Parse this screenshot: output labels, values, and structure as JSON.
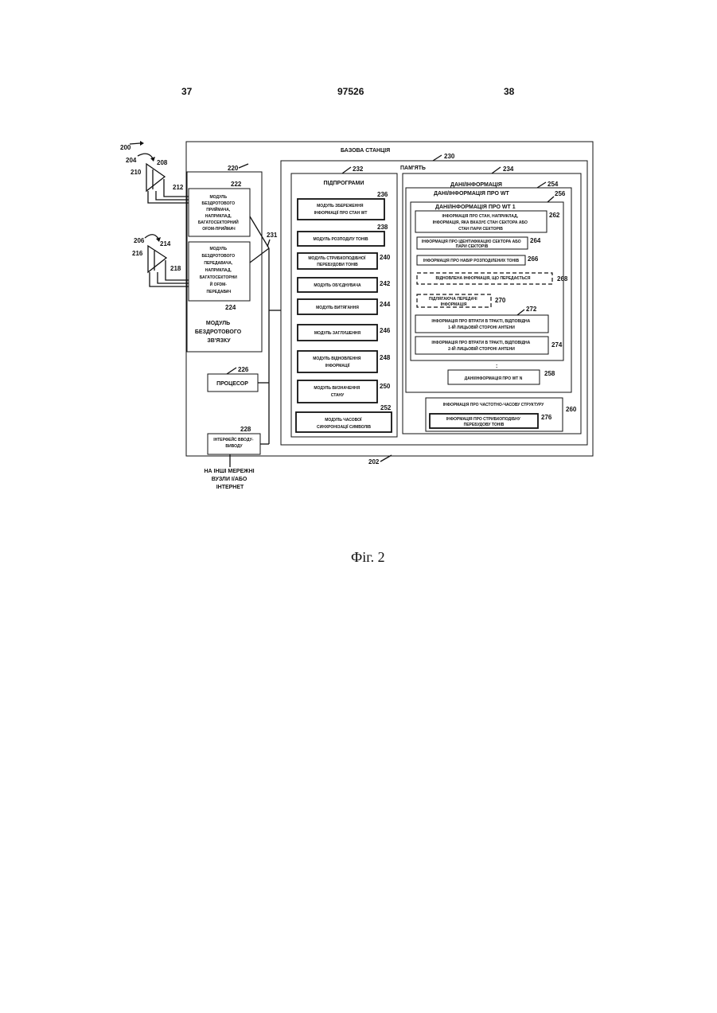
{
  "header": {
    "page_left": "37",
    "patent_number": "97526",
    "page_right": "38"
  },
  "figure": {
    "caption": "Фіг. 2",
    "ref_200": "200",
    "ref_202": "202",
    "ref_204": "204",
    "ref_206": "206",
    "ref_208": "208",
    "ref_210": "210",
    "ref_212": "212",
    "ref_214": "214",
    "ref_216": "216",
    "ref_218": "218",
    "ref_231": "231",
    "base_station": {
      "label": "БАЗОВА СТАНЦІЯ"
    },
    "wireless_module": {
      "ref": "220",
      "label_lines": [
        "МОДУЛЬ",
        "БЕЗДРОТОВОГО",
        "ЗВ'ЯЗКУ"
      ]
    },
    "receiver": {
      "ref": "222",
      "label_lines": [
        "МОДУЛЬ",
        "БЕЗДРОТОВОГО",
        "ПРИЙМАЧА,",
        "НАПРИКЛАД,",
        "БАГАТОСЕКТОРНИЙ",
        "OFDM-ПРИЙМАЧ"
      ]
    },
    "transmitter": {
      "ref": "224",
      "label_lines": [
        "МОДУЛЬ",
        "БЕЗДРОТОВОГО",
        "ПЕРЕДАВАЧА,",
        "НАПРИКЛАД,",
        "БАГАТОСЕКТОРНИ",
        "Й OFDM-",
        "ПЕРЕДАВАЧ"
      ]
    },
    "processor": {
      "ref": "226",
      "label": "ПРОЦЕСОР"
    },
    "io_interface": {
      "ref": "228",
      "label_lines": [
        "ІНТЕРФЕЙС ВВОДУ-",
        "ВИВОДУ"
      ]
    },
    "network_label_lines": [
      "НА ІНШІ МЕРЕЖНІ",
      "ВУЗЛИ І/АБО",
      "ІНТЕРНЕТ"
    ],
    "memory": {
      "ref": "230",
      "label": "ПАМ'ЯТЬ"
    },
    "routines": {
      "ref": "232",
      "label": "ПІДПРОГРАМИ",
      "items": [
        {
          "ref": "236",
          "lines": [
            "МОДУЛЬ ЗБЕРЕЖЕННЯ",
            "ІНФОРМАЦІЇ ПРО СТАН WT"
          ]
        },
        {
          "ref": "238",
          "lines": [
            "МОДУЛЬ РОЗПОДІЛУ ТОНІВ"
          ]
        },
        {
          "ref": "240",
          "lines": [
            "МОДУЛЬ СТРИБКОПОДІБНОЇ",
            "ПЕРЕБУДОВИ ТОНІВ"
          ]
        },
        {
          "ref": "242",
          "lines": [
            "МОДУЛЬ ОБ'ЄДНУВАЧА"
          ]
        },
        {
          "ref": "244",
          "lines": [
            "МОДУЛЬ ВИТЯГАННЯ"
          ]
        },
        {
          "ref": "246",
          "lines": [
            "МОДУЛЬ ЗАГЛУШЕННЯ"
          ]
        },
        {
          "ref": "248",
          "lines": [
            "МОДУЛЬ ВІДНОВЛЕННЯ",
            "ІНФОРМАЦІЇ"
          ]
        },
        {
          "ref": "250",
          "lines": [
            "МОДУЛЬ ВИЗНАЧЕННЯ",
            "СТАНУ"
          ]
        },
        {
          "ref": "252",
          "lines": [
            "МОДУЛЬ ЧАСОВОЇ",
            "СИНХРОНІЗАЦІЇ СИМВОЛІВ"
          ]
        }
      ]
    },
    "data_info": {
      "ref": "234",
      "label": "ДАНІ/ІНФОРМАЦІЯ",
      "wt_data": {
        "ref": "254",
        "label": "ДАНІ/ІНФОРМАЦІЯ ПРО WT"
      },
      "wt1": {
        "ref": "256",
        "label": "ДАНІ/ІНФОРМАЦІЯ ПРО WT 1",
        "items": [
          {
            "ref": "262",
            "lines": [
              "ІНФОРМАЦІЯ ПРО СТАН, НАПРИКЛАД,",
              "ІНФОРМАЦІЯ, ЯКА ВКАЗУЄ СТАН СЕКТОРА АБО",
              "СТАН ПАРИ СЕКТОРІВ"
            ]
          },
          {
            "ref": "264",
            "lines": [
              "ІНФОРМАЦІЯ ПРО ІДЕНТИФІКАЦІЮ СЕКТОРА АБО",
              "ПАРИ СЕКТОРІВ"
            ]
          },
          {
            "ref": "266",
            "lines": [
              "ІНФОРМАЦІЯ ПРО НАБІР РОЗПОДІЛЕНИХ ТОНІВ"
            ]
          },
          {
            "ref": "268",
            "lines": [
              "ВІДНОВЛЕНА ІНФОРМАЦІЯ, ЩО ПЕРЕДАЄТЬСЯ"
            ]
          },
          {
            "ref": "270",
            "lines": [
              "ПІДЛЯГАЮЧА ПЕРЕДАЧІ",
              "ІНФОРМАЦІЯ"
            ]
          },
          {
            "ref": "272",
            "lines": [
              "ІНФОРМАЦІЯ ПРО ВТРАТИ В ТРАКТІ, ВІДПОВІДНА",
              "1-ІЙ ЛИЦЬОВІЙ СТОРОНІ АНТЕНИ"
            ]
          },
          {
            "ref": "274",
            "lines": [
              "ІНФОРМАЦІЯ ПРО ВТРАТИ В ТРАКТІ, ВІДПОВІДНА",
              "2-ІЙ ЛИЦЬОВІЙ СТОРОНІ АНТЕНИ"
            ]
          }
        ]
      },
      "ellipsis": ":",
      "wtn": {
        "ref": "258",
        "label": "ДАНІ/ІНФОРМАЦІЯ ПРО WT N"
      },
      "freq_time": {
        "ref": "260",
        "label": "ІНФОРМАЦІЯ ПРО ЧАСТОТНО-ЧАСОВУ СТРУКТУРУ",
        "hopping": {
          "ref": "276",
          "lines": [
            "ІНФОРМАЦІЯ ПРО СТРИБКОПОДІБНУ",
            "ПЕРЕБУДОВУ ТОНІВ"
          ]
        }
      }
    }
  }
}
